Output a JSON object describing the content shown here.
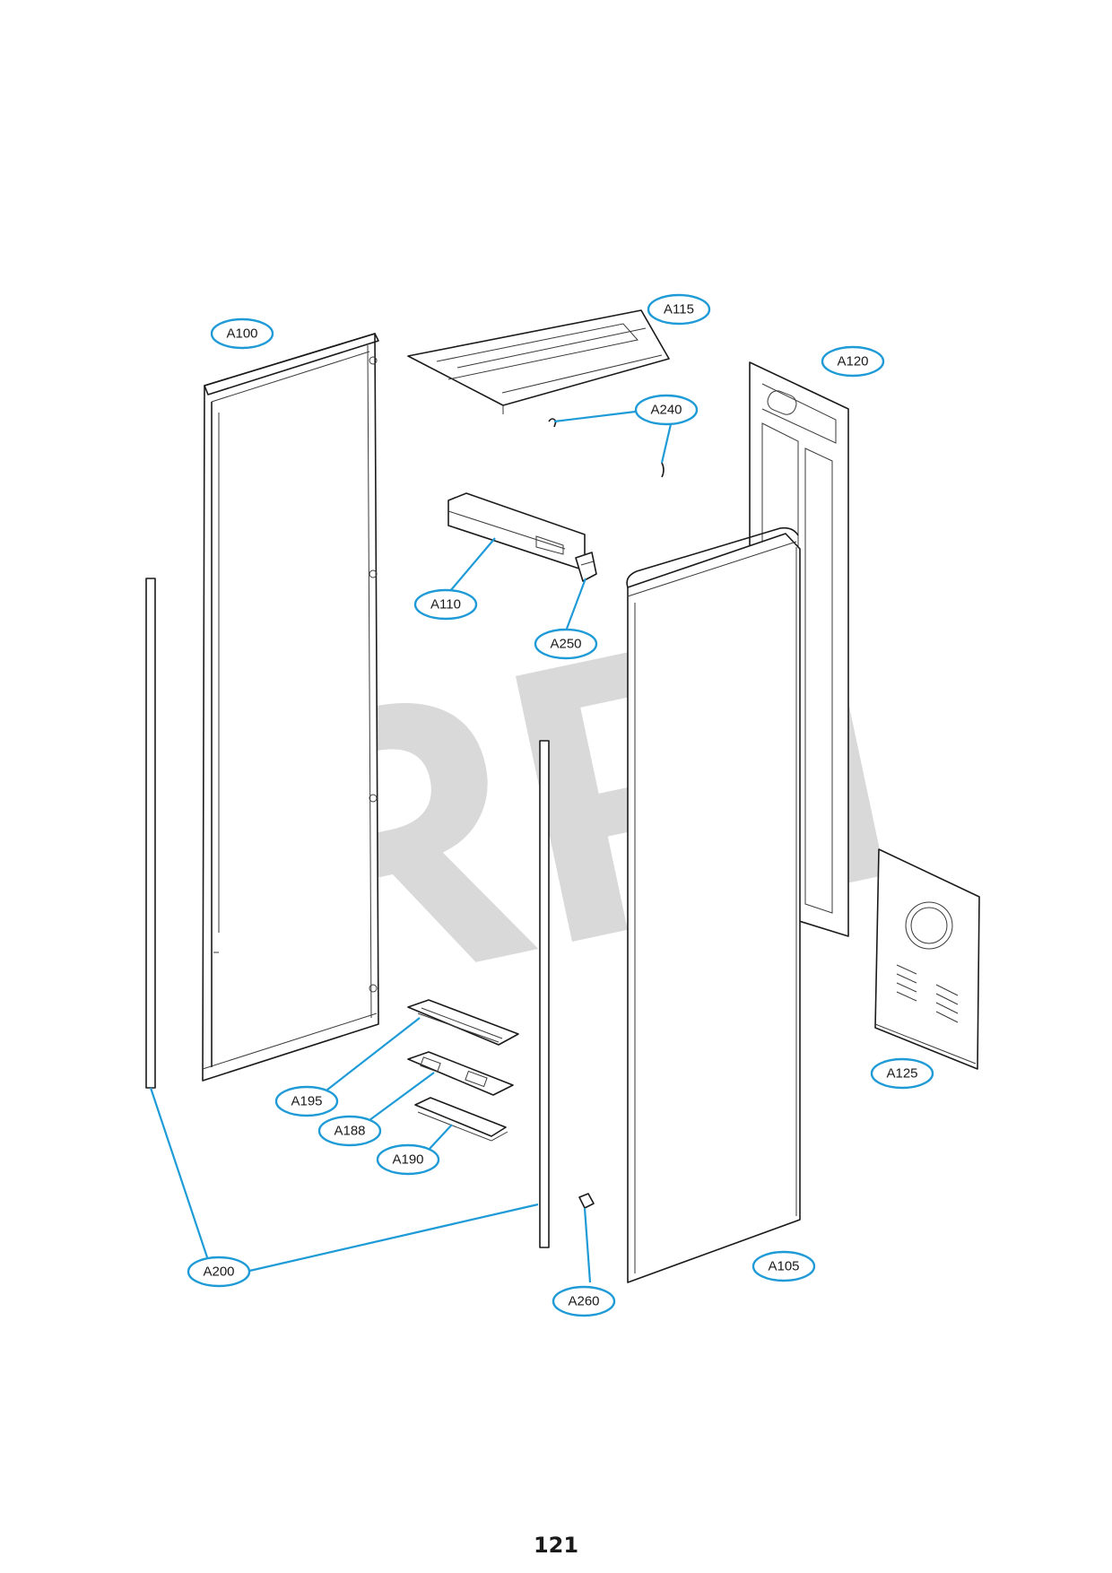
{
  "page_number": "121",
  "watermark": "RPI",
  "colors": {
    "callout": "#1e9bd7",
    "line": "#1a1a1a",
    "watermark": "#d9d9d9"
  },
  "callouts": {
    "a100": "A100",
    "a115": "A115",
    "a120": "A120",
    "a240": "A240",
    "a110": "A110",
    "a250": "A250",
    "a125": "A125",
    "a195": "A195",
    "a188": "A188",
    "a190": "A190",
    "a200": "A200",
    "a260": "A260",
    "a105": "A105"
  }
}
